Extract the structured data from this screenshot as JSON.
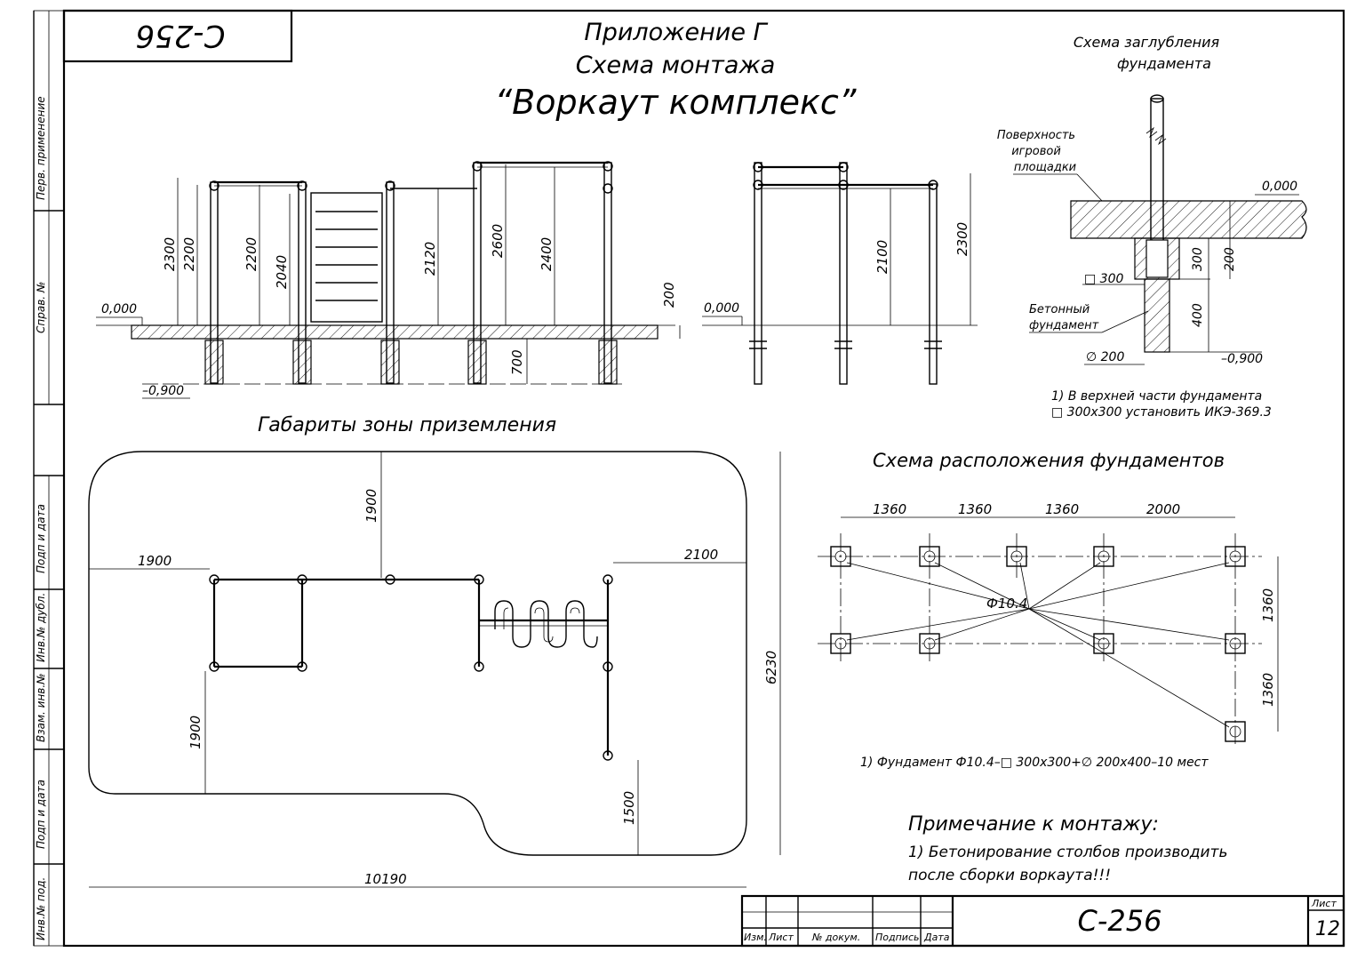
{
  "title_block": {
    "code_rotated": "С-256",
    "code": "С-256",
    "sheet_label": "Лист",
    "sheet_number": "12",
    "columns": [
      "Изм.",
      "Лист",
      "№ докум.",
      "Подпись",
      "Дата"
    ]
  },
  "side_stamps": [
    "Перв. применение",
    "Справ. №",
    "Подп и дата",
    "Инв.№ дубл.",
    "Взам. инв.№",
    "Подп и дата",
    "Инв.№ под."
  ],
  "header": {
    "line1": "Приложение Г",
    "line2": "Схема монтажа",
    "line3": "“Воркаут комплекс”"
  },
  "front_view": {
    "level_zero": "0,000",
    "level_bottom": "–0,900",
    "dims": [
      "2300",
      "2200",
      "2200",
      "2040",
      "2120",
      "2600",
      "2400",
      "200",
      "700"
    ]
  },
  "side_view": {
    "level_zero": "0,000",
    "dims": [
      "2100",
      "2300"
    ]
  },
  "depth_scheme": {
    "title1": "Схема заглубления",
    "title2": "фундамента",
    "surface_label": [
      "Поверхность",
      "игровой",
      "площадки"
    ],
    "level_zero": "0,000",
    "level_bottom": "–0,900",
    "square": "□ 300",
    "concrete_label": [
      "Бетонный",
      "фундамент"
    ],
    "diameter": "∅ 200",
    "dims": [
      "300",
      "200",
      "400"
    ],
    "note1": "1) В верхней части фундамента",
    "note2": "□ 300х300 установить ИКЭ-369.3"
  },
  "landing_zone": {
    "title": "Габариты зоны приземления",
    "dims": [
      "1900",
      "1900",
      "1900",
      "2100",
      "6230",
      "1500",
      "10190"
    ]
  },
  "foundation_layout": {
    "title": "Схема расположения фундаментов",
    "dims_top": [
      "1360",
      "1360",
      "1360",
      "2000"
    ],
    "dims_right": [
      "1360",
      "1360"
    ],
    "label": "Ф10.4",
    "note": "1) Фундамент Ф10.4–□ 300х300+∅ 200х400–10 мест"
  },
  "assembly_note": {
    "title": "Примечание к монтажу:",
    "line1": "1) Бетонирование столбов производить",
    "line2": "после сборки воркаута!!!"
  }
}
